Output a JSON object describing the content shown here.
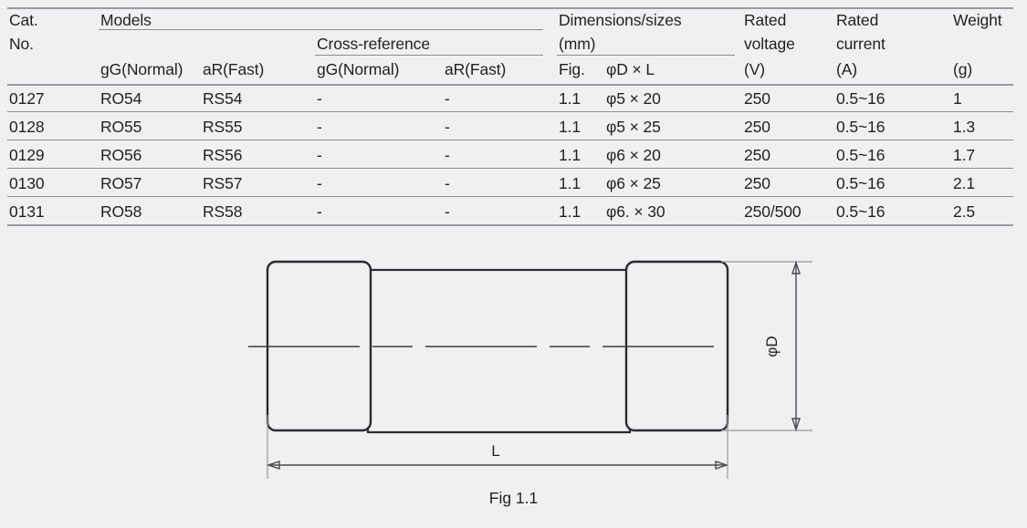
{
  "table": {
    "headers": {
      "cat_no_line1": "Cat.",
      "cat_no_line2": "No.",
      "models": "Models",
      "cross_reference": "Cross-reference",
      "dimensions_line1": "Dimensions/sizes",
      "dimensions_line2": "(mm)",
      "rated_voltage_line1": "Rated",
      "rated_voltage_line2": "voltage",
      "rated_current_line1": "Rated",
      "rated_current_line2": "current",
      "weight": "Weight",
      "sub": {
        "models_gg": "gG(Normal)",
        "models_ar": "aR(Fast)",
        "xref_gg": "gG(Normal)",
        "xref_ar": "aR(Fast)",
        "fig": "Fig.",
        "size": "φD × L",
        "voltage_unit": "(V)",
        "current_unit": "(A)",
        "weight_unit": "(g)"
      }
    },
    "rows": [
      {
        "cat_no": "0127",
        "models_gg": "RO54",
        "models_ar": "RS54",
        "xref_gg": "-",
        "xref_ar": "-",
        "fig": "1.1",
        "size": "φ5 × 20",
        "rated_voltage": "250",
        "rated_current": "0.5~16",
        "weight": "1"
      },
      {
        "cat_no": "0128",
        "models_gg": "RO55",
        "models_ar": "RS55",
        "xref_gg": "-",
        "xref_ar": "-",
        "fig": "1.1",
        "size": "φ5 × 25",
        "rated_voltage": "250",
        "rated_current": "0.5~16",
        "weight": "1.3"
      },
      {
        "cat_no": "0129",
        "models_gg": "RO56",
        "models_ar": "RS56",
        "xref_gg": "-",
        "xref_ar": "-",
        "fig": "1.1",
        "size": "φ6 × 20",
        "rated_voltage": "250",
        "rated_current": "0.5~16",
        "weight": "1.7"
      },
      {
        "cat_no": "0130",
        "models_gg": "RO57",
        "models_ar": "RS57",
        "xref_gg": "-",
        "xref_ar": "-",
        "fig": "1.1",
        "size": "φ6 × 25",
        "rated_voltage": "250",
        "rated_current": "0.5~16",
        "weight": "2.1"
      },
      {
        "cat_no": "0131",
        "models_gg": "RO58",
        "models_ar": "RS58",
        "xref_gg": "-",
        "xref_ar": "-",
        "fig": "1.1",
        "size": "φ6. × 30",
        "rated_voltage": "250/500",
        "rated_current": "0.5~16",
        "weight": "2.5"
      }
    ]
  },
  "drawing": {
    "caption": "Fig 1.1",
    "length_label": "L",
    "diameter_label": "φD"
  },
  "colors": {
    "background": "#f0f0f2",
    "text": "#231f20",
    "rule": "#8d8d92",
    "outline": "#2b2b2f"
  }
}
